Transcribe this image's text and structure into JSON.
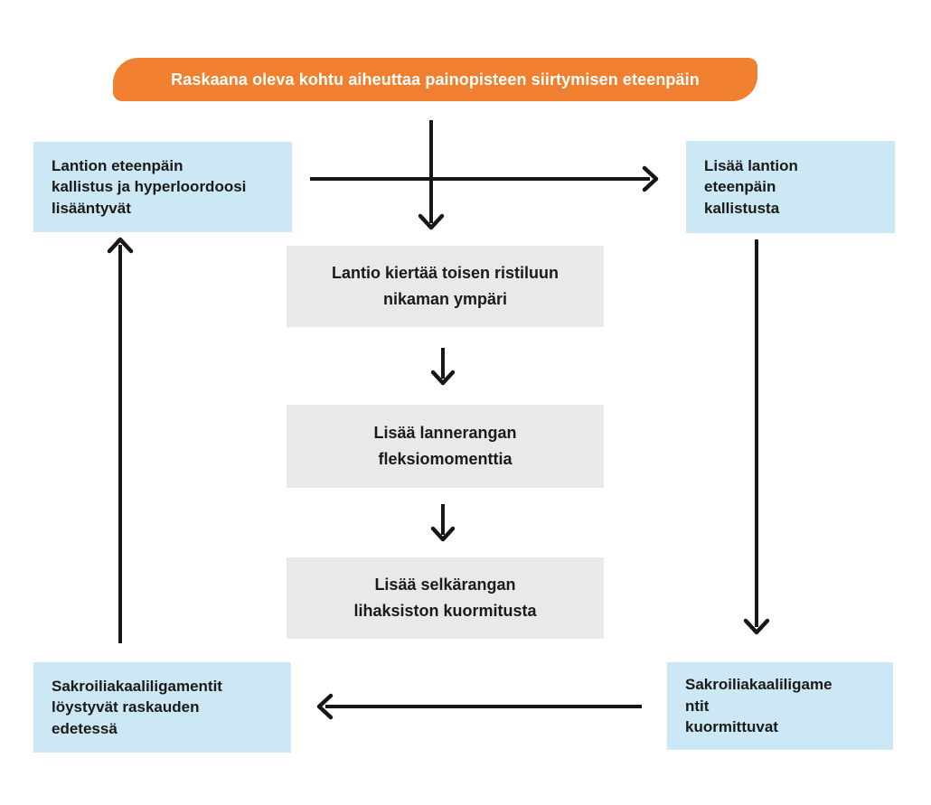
{
  "diagram": {
    "title": "Raskaana oleva kohtu aiheuttaa painopisteen siirtymisen eteenpäin",
    "nodes": {
      "top_left": "Lantion eteenpäin\nkallistus ja hyperloordoosi\nlisääntyvät",
      "top_right": "Lisää lantion\neteenpäin\nkallistusta",
      "center_1": "Lantio kiertää toisen ristiluun\nnikaman ympäri",
      "center_2": "Lisää lannerangan\nfleksiomomenttia",
      "center_3": "Lisää selkärangan\nlihaksiston kuormitusta",
      "bottom_left": "Sakroiliakaaliligamentit\nlöystyvät raskauden\nedetessä",
      "bottom_right": "Sakroiliakaaliligame\nntit\nkuormittuvat"
    },
    "colors": {
      "title_bg": "#F0802F",
      "title_text": "#FFFFFF",
      "side_node_bg": "#CBE8F4",
      "center_node_bg": "#E9E9EA",
      "arrow": "#161616",
      "text": "#1A1A1A",
      "background": "#FFFFFF"
    }
  }
}
